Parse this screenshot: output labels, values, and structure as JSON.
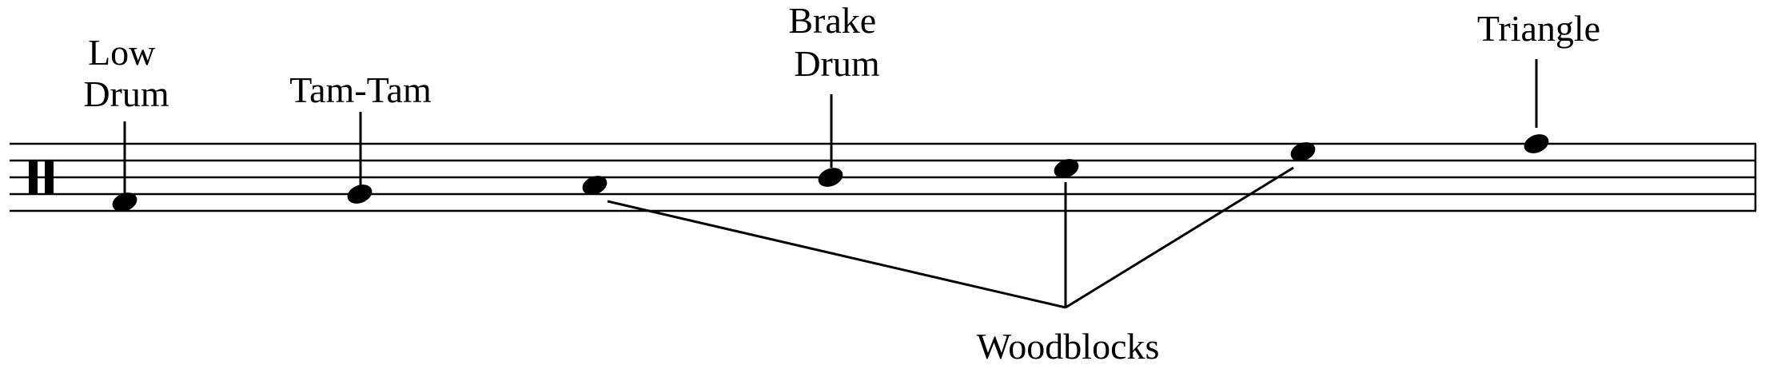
{
  "diagram": {
    "title": "",
    "instruments": [
      {
        "id": "low-drum",
        "label_lines": [
          "Low",
          "Drum"
        ]
      },
      {
        "id": "tam-tam",
        "label_lines": [
          "Tam-Tam"
        ]
      },
      {
        "id": "brake-drum",
        "label_lines": [
          "Brake",
          "Drum"
        ]
      },
      {
        "id": "triangle",
        "label_lines": [
          "Triangle"
        ]
      }
    ],
    "group": {
      "id": "woodblocks",
      "label": "Woodblocks",
      "note_count": 3
    },
    "clef": "percussion-clef",
    "staff_line_count": 5
  }
}
